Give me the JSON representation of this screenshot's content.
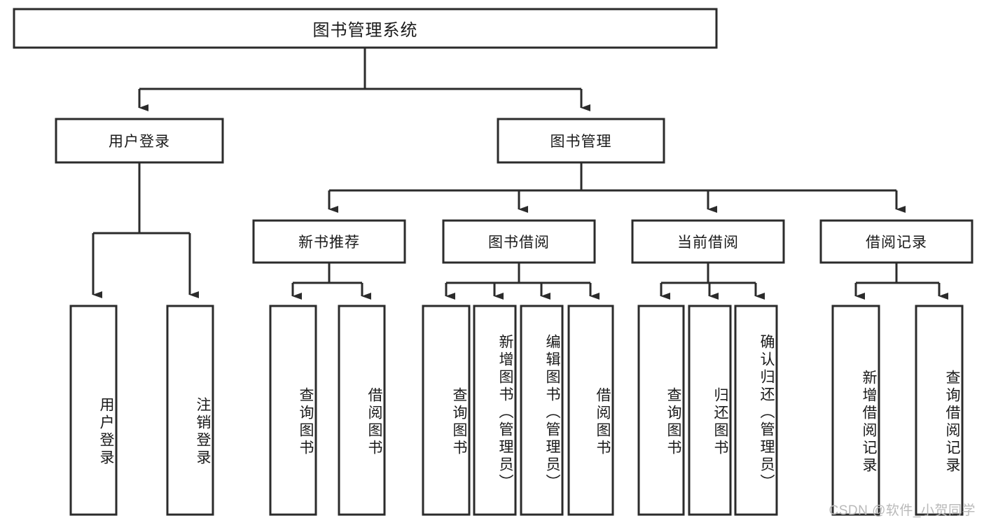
{
  "diagram": {
    "type": "tree-hierarchy",
    "title": "图书管理系统",
    "orientation": "top-down",
    "colors": {
      "box_fill": "#ffffff",
      "box_stroke": "#2b2b2b",
      "text": "#1a1a1a",
      "watermark": "#b9b9b9",
      "background": "#ffffff"
    },
    "root": {
      "label": "图书管理系统"
    },
    "level2": [
      {
        "label": "用户登录"
      },
      {
        "label": "图书管理"
      }
    ],
    "level3": [
      {
        "label": "新书推荐"
      },
      {
        "label": "图书借阅"
      },
      {
        "label": "当前借阅"
      },
      {
        "label": "借阅记录"
      }
    ],
    "leaves": {
      "user_login": [
        {
          "label": "用户登录"
        },
        {
          "label": "注销登录"
        }
      ],
      "new_book_recommend": [
        {
          "label": "查询图书"
        },
        {
          "label": "借阅图书"
        }
      ],
      "book_borrow": [
        {
          "label": "查询图书"
        },
        {
          "label": "新增图书（管理员）"
        },
        {
          "label": "编辑图书（管理员）"
        },
        {
          "label": "借阅图书"
        }
      ],
      "current_borrow": [
        {
          "label": "查询图书"
        },
        {
          "label": "归还图书"
        },
        {
          "label": "确认归还（管理员）"
        }
      ],
      "borrow_records": [
        {
          "label": "新增借阅记录"
        },
        {
          "label": "查询借阅记录"
        }
      ]
    }
  },
  "watermark": {
    "text": "CSDN @软件_小贺同学"
  }
}
